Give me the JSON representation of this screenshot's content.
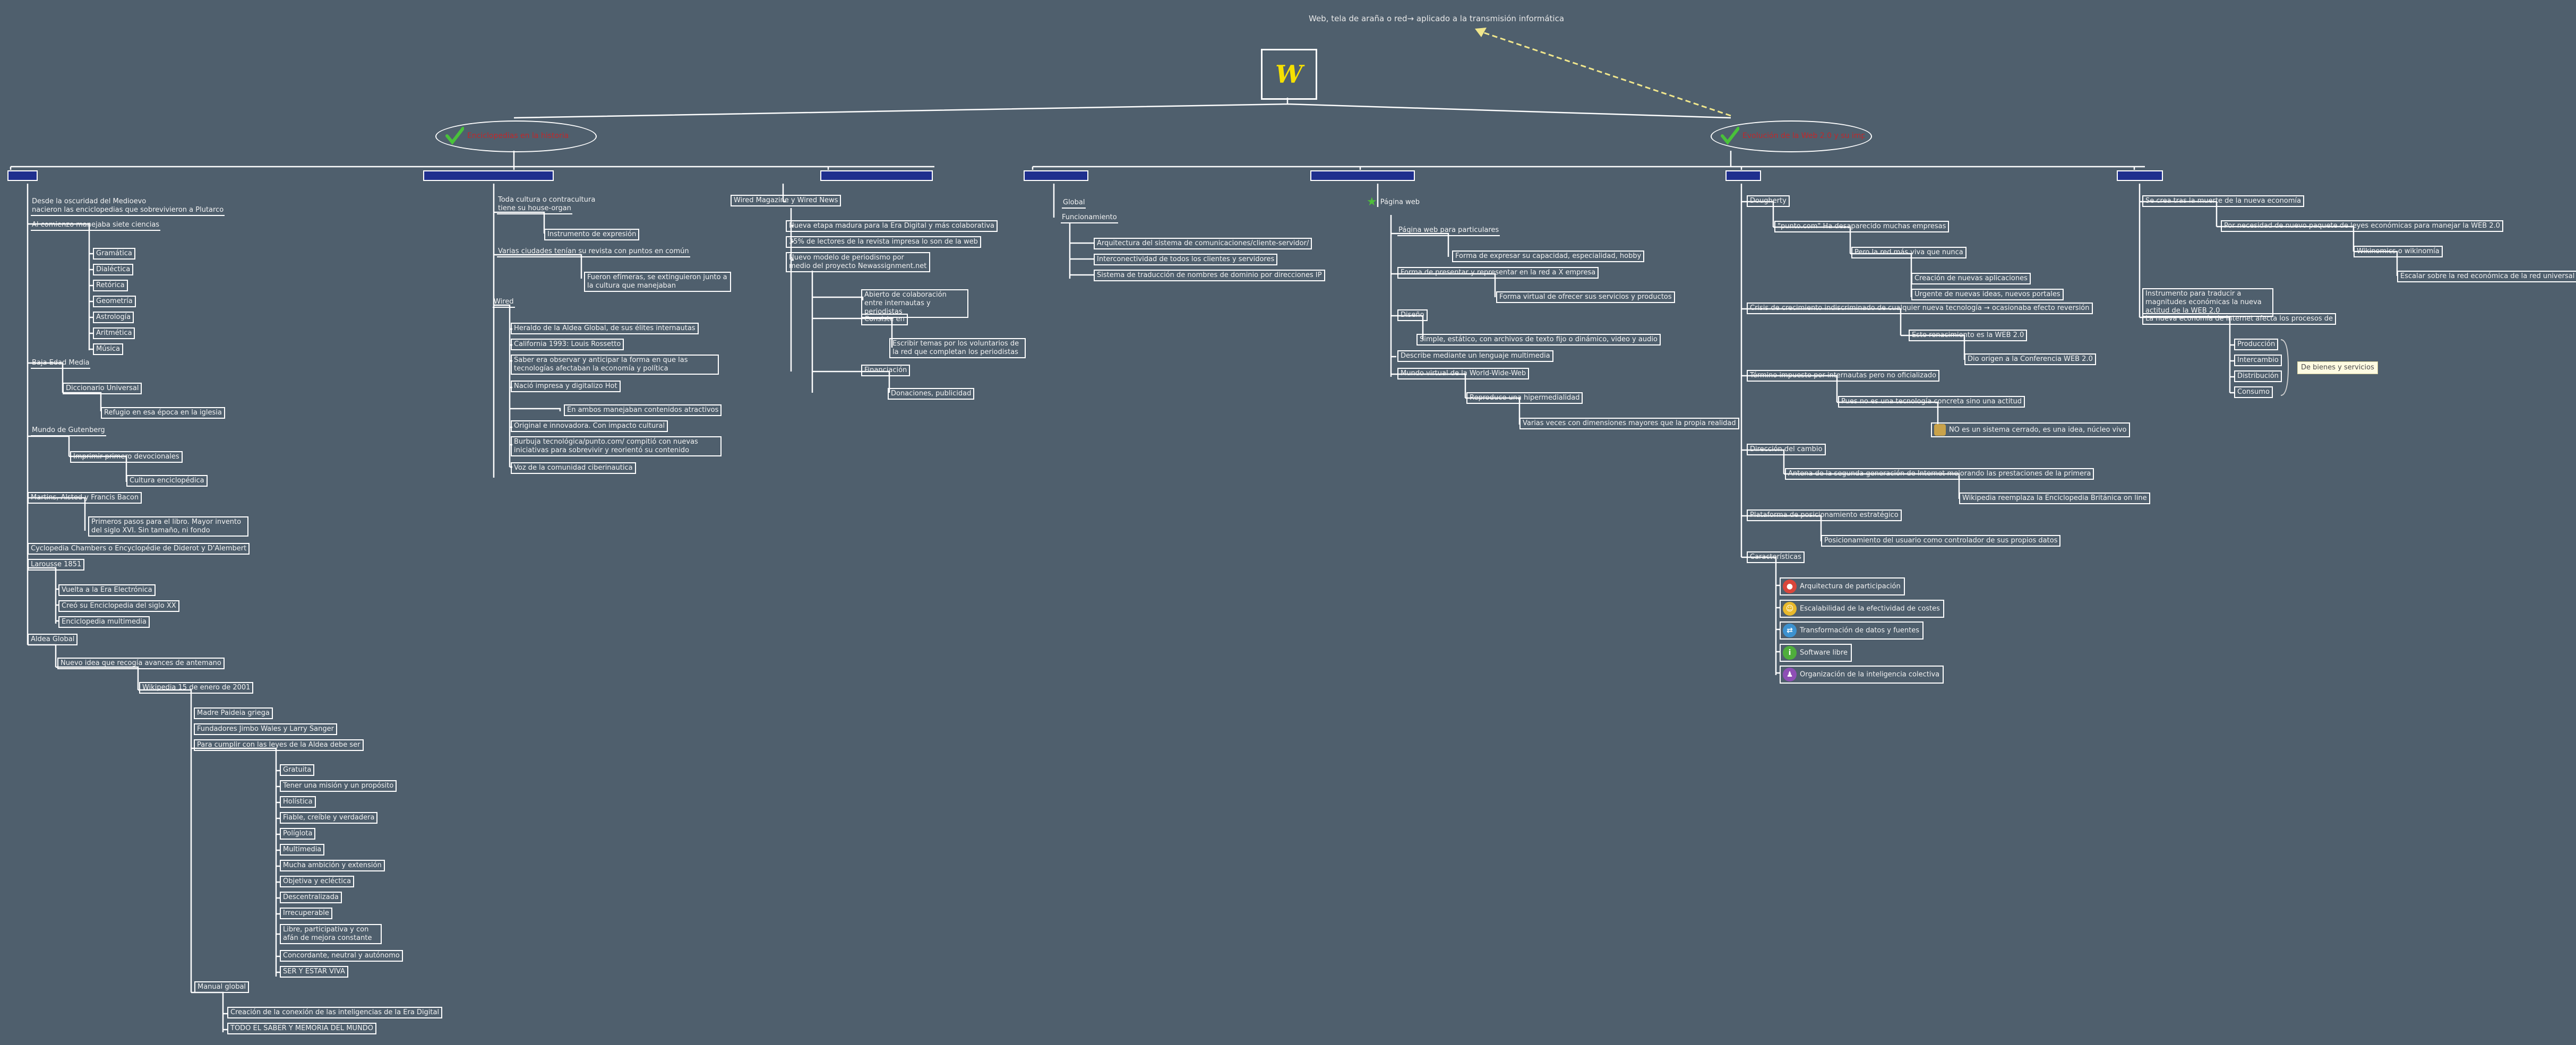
{
  "title": "Web, tela de araña o red→ aplicado a la transmisión informática",
  "root_logo": "W",
  "hubs": [
    {
      "label": "Enciclopedias en la historia",
      "color": "#c0282b"
    },
    {
      "label": "Evolución de la Web 2.0 y su impacto",
      "color": "#c0282b"
    }
  ],
  "left": {
    "col1": {
      "items": [
        "Desde la oscuridad del Medioevo",
        "nacieron las enciclopedias que sobrevivieron a Plutarco",
        "Al comienzo manejaba siete ciencias",
        "Gramática",
        "Dialéctica",
        "Retórica",
        "Geometría",
        "Astrología",
        "Aritmética",
        "Música",
        "Baja Edad Media",
        "Diccionario Universal",
        "Refugio en esa época en la iglesia",
        "Mundo de Gutenberg",
        "Imprimir primero devocionales",
        "Cultura enciclopédica",
        "Martins, Alsted y Francis Bacon",
        "Primeros pasos para el libro. Mayor invento del siglo XVI. Sin tamaño, ni fondo",
        "Cyclopedia Chambers o Encyclopédie de Diderot y D'Alembert",
        "Larousse 1851",
        "Vuelta a la Era Electrónica",
        "Creó su Enciclopedia del siglo XX",
        "Enciclopedia multimedia",
        "Aldea Global",
        "Nuevo idea que recogía avances de antemano",
        "Wikipedia 15 de enero de 2001",
        "Madre Paideia griega",
        "Fundadores Jimbo Wales y Larry Sanger",
        "Para cumplir con las leyes de la Aldea debe ser",
        "Gratuita",
        "Tener una misión y un propósito",
        "Holística",
        "Fiable, creíble y verdadera",
        "Políglota",
        "Multimedia",
        "Mucha ambición y extensión",
        "Objetiva y ecléctica",
        "Descentralizada",
        "Irrecuperable",
        "Libre, participativa y con afán de mejora constante",
        "Concordante, neutral y autónomo",
        "SER Y ESTAR VIVA",
        "Manual global",
        "Creación de la conexión de las inteligencias de la Era Digital",
        "TODO EL SABER Y MEMORIA DEL MUNDO"
      ]
    },
    "col2": {
      "items": [
        "Toda cultura o contracultura",
        "tiene su house-organ",
        "Instrumento de expresión",
        "Varias ciudades tenían su revista con puntos en común",
        "Fueron efímeras, se extinguieron junto a la cultura que manejaban",
        "Wired",
        "Heraldo de la Aldea Global, de sus élites internautas",
        "California 1993: Louis Rossetto",
        "Saber era observar y anticipar la forma en que las tecnologías afectaban la economía y política",
        "Nació impresa y digitalizo Hot",
        "En ambos manejaban contenidos atractivos",
        "Original e innovadora. Con impacto cultural",
        "Burbuja tecnológica/punto.com/ compitió con nuevas iniciativas para sobrevivir y reorientó su contenido",
        "Voz de la comunidad ciberinautica"
      ]
    },
    "col3": {
      "items": [
        "Wired Magazine y Wired News",
        "Nueva etapa madura para la Era Digital y más colaborativa",
        "35% de lectores de la revista impresa lo son de la web",
        "Nuevo modelo de periodismo por medio del proyecto Newassignment.net",
        "Abierto de colaboración entre internautas y periodistas",
        "Consiste en",
        "Escribir temas por los voluntarios de la red que completan los periodistas",
        "Financiación",
        "Donaciones, publicidad"
      ]
    }
  },
  "right": {
    "col4": {
      "items": [
        "Global",
        "Funcionamiento",
        "Arquitectura del sistema de comunicaciones/cliente-servidor/",
        "Interconectividad de todos los clientes y servidores",
        "Sistema de traducción de nombres de dominio por direcciones IP"
      ]
    },
    "col5": {
      "items": [
        "Página web",
        "Página web para particulares",
        "Forma de expresar su capacidad, especialidad, hobby",
        "Forma de presentar y representar en la red a X empresa",
        "Forma virtual de ofrecer sus servicios y productos",
        "Diseño",
        "Simple, estático, con archivos de texto fijo o dinámico, video y audio",
        "Describe mediante un lenguaje multimedia",
        "Mundo virtual de la World-Wide-Web",
        "Reproduce una hipermedialidad",
        "Varias veces con dimensiones mayores que la propia realidad"
      ]
    },
    "col6": {
      "items": [
        "Dougherty",
        "\"punto.com\" Ha desaparecido muchas empresas",
        "Pero la red más viva que nunca",
        "Creación de nuevas aplicaciones",
        "Urgente de nuevas ideas, nuevos portales",
        "Crisis de crecimiento indiscriminado de cualquier nueva tecnología → ocasionaba efecto reversión",
        "Esto renacimiento es la WEB 2.0",
        "Dio origen a la Conferencia WEB 2.0",
        "Término impuesto por internautas pero no oficializado",
        "Pues no es una tecnología concreta sino una actitud",
        "NO es un sistema cerrado, es una idea, núcleo vivo",
        "Dirección del cambio",
        "Antena de la segunda generación de Internet mejorando las prestaciones de la primera",
        "Wikipedia reemplaza la Enciclopedia Británica on line",
        "Plataforma de posicionamiento estratégico",
        "Posicionamiento del usuario como controlador de sus propios datos",
        "Características",
        "Arquitectura de participación",
        "Escalabilidad de la efectividad de costes",
        "Transformación de datos y fuentes",
        "Software libre",
        "Organización de la inteligencia colectiva"
      ]
    },
    "col7": {
      "items": [
        "Se crea tras la muerte de la nueva economía",
        "Por necesidad de nuevo paquete de leyes económicas para manejar la WEB 2.0",
        "Wikinomics o wikinomía",
        "Escalar sobre la red económica de la red universal",
        "Instrumento para traducir a magnitudes económicas la nueva actitud de la WEB 2.0",
        "La nueva economía de Internet afecta los procesos de",
        "Producción",
        "Intercambio",
        "Distribución",
        "Consumo",
        "De bienes y servicios"
      ]
    }
  }
}
